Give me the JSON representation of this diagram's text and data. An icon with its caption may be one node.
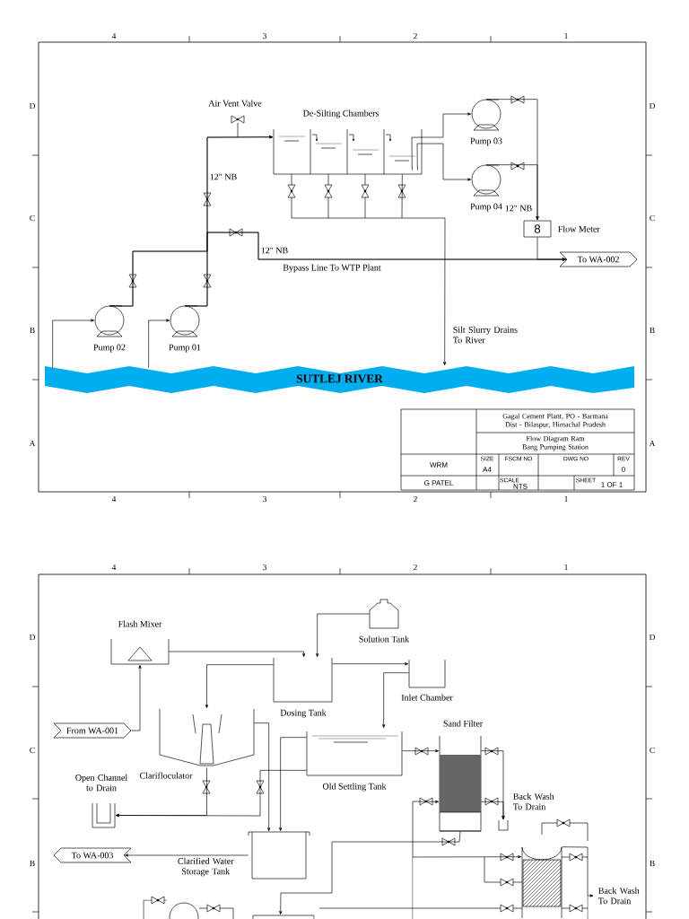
{
  "diagram": {
    "nodes": [
      {
        "text": [
          "Pump 02"
        ]
      },
      {
        "text": [
          "Pump 01"
        ]
      },
      {
        "text": [
          "De-Silting Chambers"
        ]
      },
      {
        "text": [
          "Pump 03"
        ]
      },
      {
        "text": [
          "Pump 04"
        ]
      },
      {
        "text": [
          "8",
          "Flow Meter"
        ]
      },
      {
        "text": [
          "To WA-002"
        ]
      },
      {
        "text": [
          "SUTLEJ RIVER"
        ]
      },
      {
        "text": [
          "Air Vent Valve"
        ]
      },
      {
        "text": [
          "From WA-001"
        ]
      },
      {
        "text": [
          "Flash Mixer"
        ]
      },
      {
        "text": [
          "Solution Tank"
        ]
      },
      {
        "text": [
          "Dosing Tank"
        ]
      },
      {
        "text": [
          "Inlet Chamber"
        ]
      },
      {
        "text": [
          "Clarifloculator"
        ]
      },
      {
        "text": [
          "Open Channel to Drain"
        ]
      },
      {
        "text": [
          "Old Settling Tank"
        ]
      },
      {
        "text": [
          "Sand Filter"
        ]
      },
      {
        "text": [
          "Back Wash To Drain"
        ]
      },
      {
        "text": [
          "To WA-003"
        ]
      },
      {
        "text": [
          "Clarified Water Storage Tank"
        ]
      },
      {
        "text": [],
        "shape": "cylinder"
      },
      {
        "text": [],
        "shape": "circle"
      },
      {
        "text": [],
        "shape": "box"
      },
      {
        "text": [
          "Back Wash To Drain"
        ]
      }
    ],
    "edges": [
      {
        "from": 7,
        "to": 0,
        "arrow": "to"
      },
      {
        "from": 7,
        "to": 1,
        "arrow": "to"
      },
      {
        "from": 0,
        "to": 2,
        "arrow": "to"
      },
      {
        "from": 1,
        "to": 2,
        "arrow": "to"
      },
      {
        "from": 0,
        "to": 6,
        "arrow": "to"
      },
      {
        "from": 1,
        "to": 6,
        "arrow": "to"
      },
      {
        "from": 2,
        "to": 3,
        "arrow": "to"
      },
      {
        "from": 2,
        "to": 4,
        "arrow": "to"
      },
      {
        "from": 3,
        "to": 5,
        "arrow": "to"
      },
      {
        "from": 4,
        "to": 5,
        "arrow": "to"
      },
      {
        "from": 5,
        "to": 6,
        "arrow": "to"
      },
      {
        "from": 2,
        "to": 7,
        "arrow": "to",
        "label": "Silt Slurry Drains To River"
      },
      {
        "from": 9,
        "to": 10,
        "arrow": "to"
      },
      {
        "from": 10,
        "to": 12,
        "arrow": "to"
      },
      {
        "from": 11,
        "to": 12,
        "arrow": "to"
      },
      {
        "from": 12,
        "to": 14,
        "arrow": "to"
      },
      {
        "from": 12,
        "to": 13,
        "arrow": "to"
      },
      {
        "from": 13,
        "to": 16,
        "arrow": "to"
      },
      {
        "from": 16,
        "to": 20,
        "arrow": "to"
      },
      {
        "from": 14,
        "to": 20,
        "arrow": "to"
      },
      {
        "from": 14,
        "to": 15,
        "arrow": "to"
      },
      {
        "from": 16,
        "to": 15,
        "arrow": "to"
      },
      {
        "from": 16,
        "to": 17,
        "arrow": "to"
      },
      {
        "from": 17,
        "to": 18,
        "arrow": "to"
      },
      {
        "from": 17,
        "to": 23,
        "arrow": "to"
      },
      {
        "from": 20,
        "to": 19,
        "arrow": "to"
      },
      {
        "from": 17,
        "to": 21,
        "arrow": "both"
      },
      {
        "from": 17,
        "to": 18,
        "arrow": "to"
      },
      {
        "from": 21,
        "to": 24,
        "arrow": "to"
      }
    ],
    "labels": [
      "4",
      "3",
      "2",
      "1",
      "D",
      "D",
      "12\" NB",
      "C",
      "C",
      "12\" NB",
      "12\" NB",
      "Bypass Line To WTP Plant",
      "B",
      "B",
      "Gagal Cement Plant, PO - Barmana Dist - Bilaspur, Himachal Pradesh",
      "Flow Diagram Ram Bang Pumping Station",
      "A",
      "A",
      "WRM",
      "SIZE",
      "FSCM NO",
      "DWG NO",
      "REV",
      "A4",
      "0",
      "G PATEL",
      "SCALE",
      "NTS",
      "SHEET",
      "1 OF 1",
      "4",
      "3",
      "2",
      "1",
      "4",
      "3",
      "2",
      "1",
      "D",
      "D",
      "C",
      "C",
      "B",
      "B"
    ]
  }
}
